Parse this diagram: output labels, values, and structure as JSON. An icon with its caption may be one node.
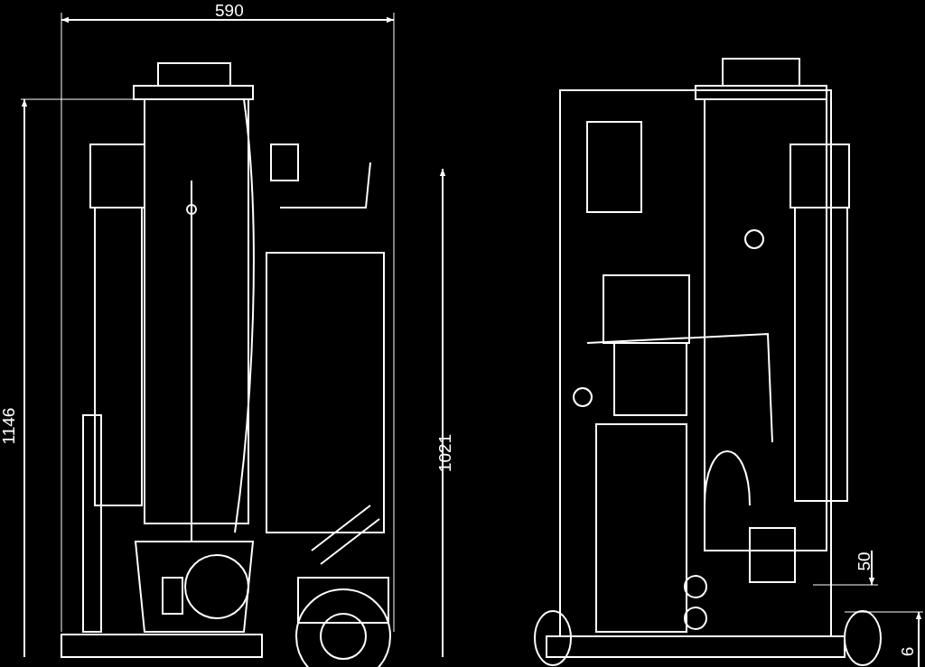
{
  "diagram": {
    "labels": [
      "590",
      "1146",
      "1021",
      "50",
      "6"
    ]
  }
}
